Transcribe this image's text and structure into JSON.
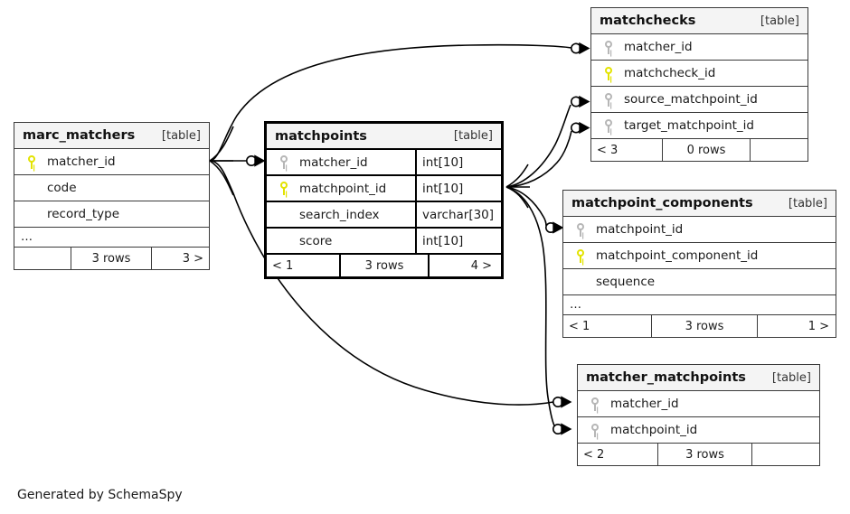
{
  "diagram": {
    "title": "matchpoints",
    "caption": "Generated by SchemaSpy",
    "kind_label": "[table]",
    "ellipsis": "…",
    "colors": {
      "primary_key": "#e3e300",
      "foreign_key": "#b6b6b6",
      "header_bg": "#f4f4f4",
      "border": "#3a3a3a",
      "focus_border": "#000000",
      "background": "#ffffff"
    }
  },
  "tables": [
    {
      "id": "marc_matchers",
      "name": "marc_matchers",
      "kind": "[table]",
      "focus": false,
      "has_ellipsis": true,
      "columns": [
        {
          "name": "matcher_id",
          "key": "pk",
          "type": ""
        },
        {
          "name": "code",
          "key": "none",
          "type": ""
        },
        {
          "name": "record_type",
          "key": "none",
          "type": ""
        }
      ],
      "footer": {
        "left": "",
        "mid": "3 rows",
        "right": "3 >"
      }
    },
    {
      "id": "matchpoints",
      "name": "matchpoints",
      "kind": "[table]",
      "focus": true,
      "has_ellipsis": false,
      "columns": [
        {
          "name": "matcher_id",
          "key": "fk",
          "type": "int[10]"
        },
        {
          "name": "matchpoint_id",
          "key": "pk",
          "type": "int[10]"
        },
        {
          "name": "search_index",
          "key": "none",
          "type": "varchar[30]"
        },
        {
          "name": "score",
          "key": "none",
          "type": "int[10]"
        }
      ],
      "footer": {
        "left": "< 1",
        "mid": "3 rows",
        "right": "4 >"
      }
    },
    {
      "id": "matchchecks",
      "name": "matchchecks",
      "kind": "[table]",
      "focus": false,
      "has_ellipsis": false,
      "columns": [
        {
          "name": "matcher_id",
          "key": "fk",
          "type": ""
        },
        {
          "name": "matchcheck_id",
          "key": "pk",
          "type": ""
        },
        {
          "name": "source_matchpoint_id",
          "key": "fk",
          "type": ""
        },
        {
          "name": "target_matchpoint_id",
          "key": "fk",
          "type": ""
        }
      ],
      "footer": {
        "left": "< 3",
        "mid": "0 rows",
        "right": ""
      }
    },
    {
      "id": "matchpoint_components",
      "name": "matchpoint_components",
      "kind": "[table]",
      "focus": false,
      "has_ellipsis": true,
      "columns": [
        {
          "name": "matchpoint_id",
          "key": "fk",
          "type": ""
        },
        {
          "name": "matchpoint_component_id",
          "key": "pk",
          "type": ""
        },
        {
          "name": "sequence",
          "key": "none",
          "type": ""
        }
      ],
      "footer": {
        "left": "< 1",
        "mid": "3 rows",
        "right": "1 >"
      }
    },
    {
      "id": "matcher_matchpoints",
      "name": "matcher_matchpoints",
      "kind": "[table]",
      "focus": false,
      "has_ellipsis": false,
      "columns": [
        {
          "name": "matcher_id",
          "key": "fk",
          "type": ""
        },
        {
          "name": "matchpoint_id",
          "key": "fk",
          "type": ""
        }
      ],
      "footer": {
        "left": "< 2",
        "mid": "3 rows",
        "right": ""
      }
    }
  ],
  "relationships": [
    {
      "from": "marc_matchers.matcher_id",
      "to": "matchpoints.matcher_id"
    },
    {
      "from": "marc_matchers.matcher_id",
      "to": "matchchecks.matcher_id"
    },
    {
      "from": "marc_matchers.matcher_id",
      "to": "matcher_matchpoints.matcher_id"
    },
    {
      "from": "matchpoints.matchpoint_id",
      "to": "matchchecks.source_matchpoint_id"
    },
    {
      "from": "matchpoints.matchpoint_id",
      "to": "matchchecks.target_matchpoint_id"
    },
    {
      "from": "matchpoints.matchpoint_id",
      "to": "matchpoint_components.matchpoint_id"
    },
    {
      "from": "matchpoints.matchpoint_id",
      "to": "matcher_matchpoints.matchpoint_id"
    }
  ]
}
